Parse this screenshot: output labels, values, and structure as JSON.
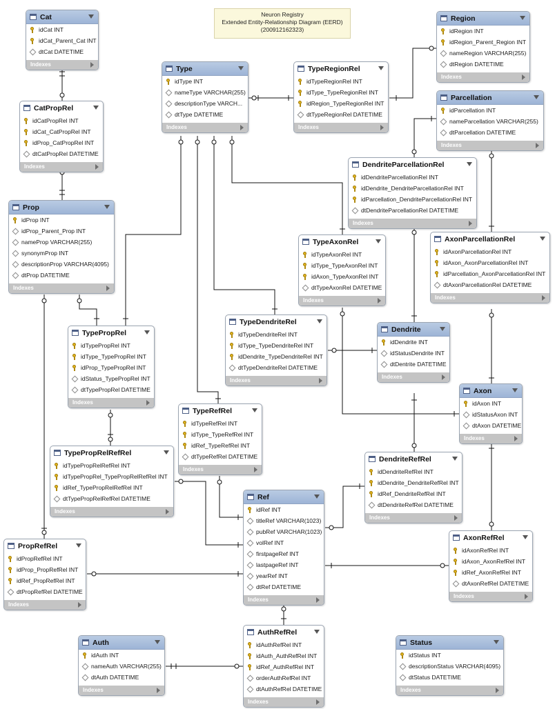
{
  "note": {
    "lines": [
      "Neuron Registry",
      "Extended Entity-Relationship Diagram (EERD)",
      "(200912162323)"
    ]
  },
  "footer_label": "Indexes",
  "tables": [
    {
      "key": "cat",
      "name": "Cat",
      "highlighted": true,
      "x": 0,
      "columns": [
        {
          "icon": "pk",
          "text": "idCat INT"
        },
        {
          "icon": "pk",
          "text": "idCat_Parent_Cat INT"
        },
        {
          "icon": "attr",
          "text": "dtCat DATETIME"
        }
      ]
    },
    {
      "key": "catproprel",
      "name": "CatPropRel",
      "highlighted": false,
      "columns": [
        {
          "icon": "pk",
          "text": "idCatPropRel INT"
        },
        {
          "icon": "pk",
          "text": "idCat_CatPropRel INT"
        },
        {
          "icon": "pk",
          "text": "idProp_CatPropRel INT"
        },
        {
          "icon": "attr",
          "text": "dtCatPropRel DATETIME"
        }
      ]
    },
    {
      "key": "prop",
      "name": "Prop",
      "highlighted": true,
      "columns": [
        {
          "icon": "pk",
          "text": "idProp INT"
        },
        {
          "icon": "attr",
          "text": "idProp_Parent_Prop INT"
        },
        {
          "icon": "attr",
          "text": "nameProp VARCHAR(255)"
        },
        {
          "icon": "attr",
          "text": "synonymProp INT"
        },
        {
          "icon": "attr",
          "text": "descriptionProp VARCHAR(4095)"
        },
        {
          "icon": "attr",
          "text": "dtProp DATETIME"
        }
      ]
    },
    {
      "key": "type",
      "name": "Type",
      "highlighted": true,
      "columns": [
        {
          "icon": "pk",
          "text": "idType INT"
        },
        {
          "icon": "attr",
          "text": "nameType VARCHAR(255)"
        },
        {
          "icon": "attr",
          "text": "descriptionType VARCH..."
        },
        {
          "icon": "attr",
          "text": "dtType DATETIME"
        }
      ]
    },
    {
      "key": "typeregionrel",
      "name": "TypeRegionRel",
      "highlighted": false,
      "columns": [
        {
          "icon": "pk",
          "text": "idTypeRegionRel INT"
        },
        {
          "icon": "pk",
          "text": "idType_TypeRegionRel INT"
        },
        {
          "icon": "pk",
          "text": "idRegion_TypeRegionRel INT"
        },
        {
          "icon": "attr",
          "text": "dtTypeRegionRel DATETIME"
        }
      ]
    },
    {
      "key": "region",
      "name": "Region",
      "highlighted": true,
      "columns": [
        {
          "icon": "pk",
          "text": "idRegion INT"
        },
        {
          "icon": "pk",
          "text": "idRegion_Parent_Region INT"
        },
        {
          "icon": "attr",
          "text": "nameRegion VARCHAR(255)"
        },
        {
          "icon": "attr",
          "text": "dtRegion DATETIME"
        }
      ]
    },
    {
      "key": "parcellation",
      "name": "Parcellation",
      "highlighted": true,
      "columns": [
        {
          "icon": "pk",
          "text": "idParcellation INT"
        },
        {
          "icon": "attr",
          "text": "nameParcellation VARCHAR(255)"
        },
        {
          "icon": "attr",
          "text": "dtParcellation DATETIME"
        }
      ]
    },
    {
      "key": "dendriteparcellationrel",
      "name": "DendriteParcellationRel",
      "highlighted": false,
      "columns": [
        {
          "icon": "pk",
          "text": "idDendriteParcellationRel INT"
        },
        {
          "icon": "pk",
          "text": "idDendrite_DendriteParcellationRel INT"
        },
        {
          "icon": "pk",
          "text": "idParcellation_DendriteParcellationRel INT"
        },
        {
          "icon": "attr",
          "text": "dtDendriteParcellationRel DATETIME"
        }
      ]
    },
    {
      "key": "axonparcellationrel",
      "name": "AxonParcellationRel",
      "highlighted": false,
      "columns": [
        {
          "icon": "pk",
          "text": "idAxonParcellationRel INT"
        },
        {
          "icon": "pk",
          "text": "idAxon_AxonParcellationRel INT"
        },
        {
          "icon": "pk",
          "text": "idParcellation_AxonParcellationRel INT"
        },
        {
          "icon": "attr",
          "text": "dtAxonParcellationRel DATETIME"
        }
      ]
    },
    {
      "key": "typeaxonrel",
      "name": "TypeAxonRel",
      "highlighted": false,
      "columns": [
        {
          "icon": "pk",
          "text": "idTypeAxonRel INT"
        },
        {
          "icon": "pk",
          "text": "idType_TypeAxonRel INT"
        },
        {
          "icon": "pk",
          "text": "idAxon_TypeAxonRel INT"
        },
        {
          "icon": "attr",
          "text": "dtTypeAxonRel DATETIME"
        }
      ]
    },
    {
      "key": "typeproprel",
      "name": "TypePropRel",
      "highlighted": false,
      "columns": [
        {
          "icon": "pk",
          "text": "idTypePropRel INT"
        },
        {
          "icon": "pk",
          "text": "idType_TypePropRel INT"
        },
        {
          "icon": "pk",
          "text": "idProp_TypePropRel INT"
        },
        {
          "icon": "attr",
          "text": "idStatus_TypePropRel INT"
        },
        {
          "icon": "attr",
          "text": "dtTypePropRel DATETIME"
        }
      ]
    },
    {
      "key": "typedendriterel",
      "name": "TypeDendriteRel",
      "highlighted": false,
      "columns": [
        {
          "icon": "pk",
          "text": "idTypeDendriteRel INT"
        },
        {
          "icon": "pk",
          "text": "idType_TypeDendriteRel INT"
        },
        {
          "icon": "pk",
          "text": "idDendrite_TypeDendriteRel INT"
        },
        {
          "icon": "attr",
          "text": "dtTypeDendriteRel DATETIME"
        }
      ]
    },
    {
      "key": "dendrite",
      "name": "Dendrite",
      "highlighted": true,
      "columns": [
        {
          "icon": "pk",
          "text": "idDendrite INT"
        },
        {
          "icon": "attr",
          "text": "idStatusDendrite INT"
        },
        {
          "icon": "attr",
          "text": "dtDentrite DATETIME"
        }
      ]
    },
    {
      "key": "axon",
      "name": "Axon",
      "highlighted": true,
      "columns": [
        {
          "icon": "pk",
          "text": "idAxon INT"
        },
        {
          "icon": "attr",
          "text": "idStatusAxon INT"
        },
        {
          "icon": "attr",
          "text": "dtAxon DATETIME"
        }
      ]
    },
    {
      "key": "typerefrel",
      "name": "TypeRefRel",
      "highlighted": false,
      "columns": [
        {
          "icon": "pk",
          "text": "idTypeRefRel INT"
        },
        {
          "icon": "pk",
          "text": "idType_TypeRefRel INT"
        },
        {
          "icon": "pk",
          "text": "idRef_TypeRefRel INT"
        },
        {
          "icon": "attr",
          "text": "dtTypeRefRel DATETIME"
        }
      ]
    },
    {
      "key": "typeproprelrefrel",
      "name": "TypePropRelRefRel",
      "highlighted": false,
      "columns": [
        {
          "icon": "pk",
          "text": "idTypePropRelRefRel INT"
        },
        {
          "icon": "pk",
          "text": "idTypePropRel_TypePropRelRefRel INT"
        },
        {
          "icon": "pk",
          "text": "idRef_TypePropRelRefRel INT"
        },
        {
          "icon": "attr",
          "text": "dtTypePropRelRefRel DATETIME"
        }
      ]
    },
    {
      "key": "dendriterefrel",
      "name": "DendriteRefRel",
      "highlighted": false,
      "columns": [
        {
          "icon": "pk",
          "text": "idDendriteRefRel INT"
        },
        {
          "icon": "pk",
          "text": "idDendrite_DendriteRefRel INT"
        },
        {
          "icon": "pk",
          "text": "idRef_DendriteRefRel INT"
        },
        {
          "icon": "attr",
          "text": "dtDendriteRefRel DATETIME"
        }
      ]
    },
    {
      "key": "ref",
      "name": "Ref",
      "highlighted": true,
      "columns": [
        {
          "icon": "pk",
          "text": "idRef INT"
        },
        {
          "icon": "attr",
          "text": "titleRef VARCHAR(1023)"
        },
        {
          "icon": "attr",
          "text": "pubRef VARCHAR(1023)"
        },
        {
          "icon": "attr",
          "text": "volRef INT"
        },
        {
          "icon": "attr",
          "text": "firstpageRef INT"
        },
        {
          "icon": "attr",
          "text": "lastpageRef INT"
        },
        {
          "icon": "attr",
          "text": "yearRef INT"
        },
        {
          "icon": "attr",
          "text": "dtRef DATETIME"
        }
      ]
    },
    {
      "key": "axonrefrel",
      "name": "AxonRefRel",
      "highlighted": false,
      "columns": [
        {
          "icon": "pk",
          "text": "idAxonRefRel INT"
        },
        {
          "icon": "pk",
          "text": "idAxon_AxonRefRel INT"
        },
        {
          "icon": "pk",
          "text": "idRef_AxonRefRel INT"
        },
        {
          "icon": "attr",
          "text": "dtAxonRefRel DATETIME"
        }
      ]
    },
    {
      "key": "proprefrel",
      "name": "PropRefRel",
      "highlighted": false,
      "columns": [
        {
          "icon": "pk",
          "text": "idPropRefRel INT"
        },
        {
          "icon": "pk",
          "text": "idProp_PropRefRel INT"
        },
        {
          "icon": "pk",
          "text": "idRef_PropRefRel INT"
        },
        {
          "icon": "attr",
          "text": "dtPropRefRel DATETIME"
        }
      ]
    },
    {
      "key": "auth",
      "name": "Auth",
      "highlighted": true,
      "columns": [
        {
          "icon": "pk",
          "text": "idAuth INT"
        },
        {
          "icon": "attr",
          "text": "nameAuth VARCHAR(255)"
        },
        {
          "icon": "attr",
          "text": "dtAuth DATETIME"
        }
      ]
    },
    {
      "key": "authrefrel",
      "name": "AuthRefRel",
      "highlighted": false,
      "columns": [
        {
          "icon": "pk",
          "text": "idAuthRefRel INT"
        },
        {
          "icon": "pk",
          "text": "idAuth_AuthRefRel INT"
        },
        {
          "icon": "pk",
          "text": "idRef_AuthRefRel INT"
        },
        {
          "icon": "attr",
          "text": "orderAuthRefRel INT"
        },
        {
          "icon": "attr",
          "text": "dtAuthRefRel DATETIME"
        }
      ]
    },
    {
      "key": "status",
      "name": "Status",
      "highlighted": true,
      "columns": [
        {
          "icon": "pk",
          "text": "idStatus INT"
        },
        {
          "icon": "attr",
          "text": "descriptionStatus VARCHAR(4095)"
        },
        {
          "icon": "attr",
          "text": "dtStatus DATETIME"
        }
      ]
    }
  ],
  "colors": {
    "header": "#a9bfdf",
    "line": "#111111",
    "footer": "#c4c4c4"
  }
}
